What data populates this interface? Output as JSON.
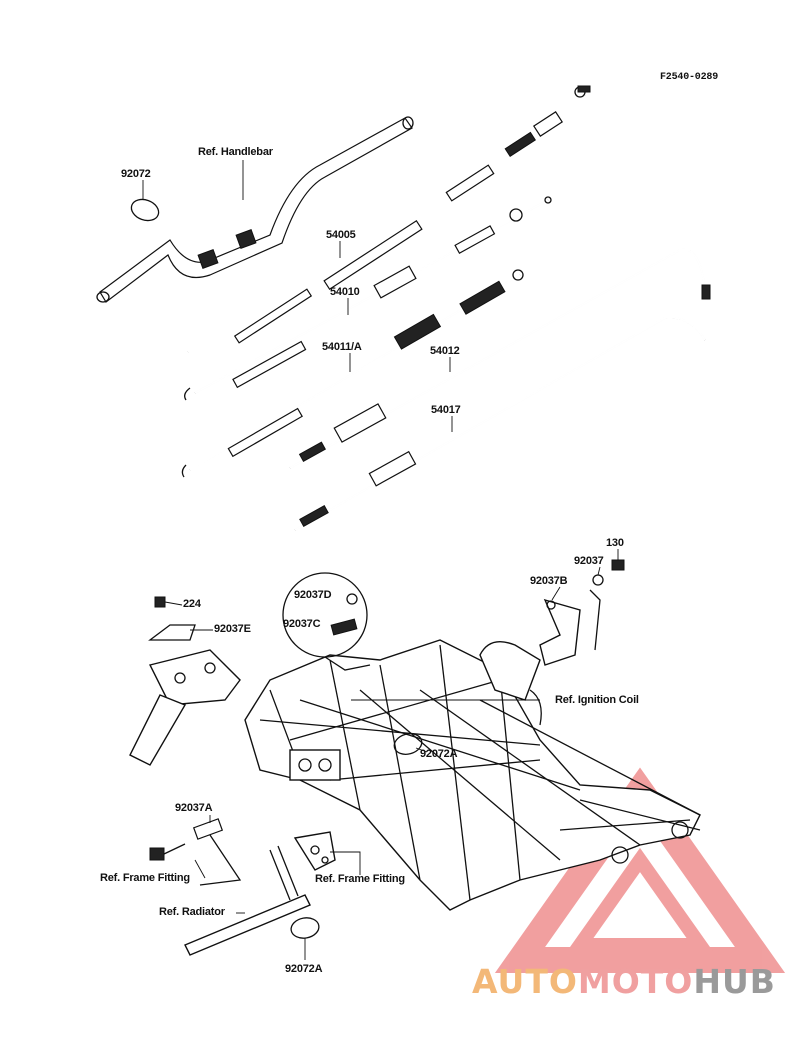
{
  "diagram": {
    "id_code": "F2540-0289",
    "labels": {
      "ref_handlebar": "Ref. Handlebar",
      "p92072_top": "92072",
      "p54005": "54005",
      "p54010": "54010",
      "p54011a": "54011/A",
      "p54012": "54012",
      "p54017": "54017",
      "p130": "130",
      "p92037": "92037",
      "p92037b": "92037B",
      "p224": "224",
      "p92037e": "92037E",
      "p92037d": "92037D",
      "p92037c": "92037C",
      "ref_ignition_coil": "Ref. Ignition Coil",
      "p92072a_mid": "92072A",
      "p92037a": "92037A",
      "ref_frame_fitting_left": "Ref. Frame Fitting",
      "ref_frame_fitting_right": "Ref. Frame Fitting",
      "ref_radiator": "Ref. Radiator",
      "p92072a_bottom": "92072A"
    }
  },
  "watermark": {
    "part1": "AUTO",
    "part2": "MOTO",
    "part3": "HUB",
    "colors": {
      "auto": "#f3b878",
      "moto": "#f0a0a0",
      "hub": "#9a9a9a",
      "logo": "#ef8f8f"
    }
  }
}
